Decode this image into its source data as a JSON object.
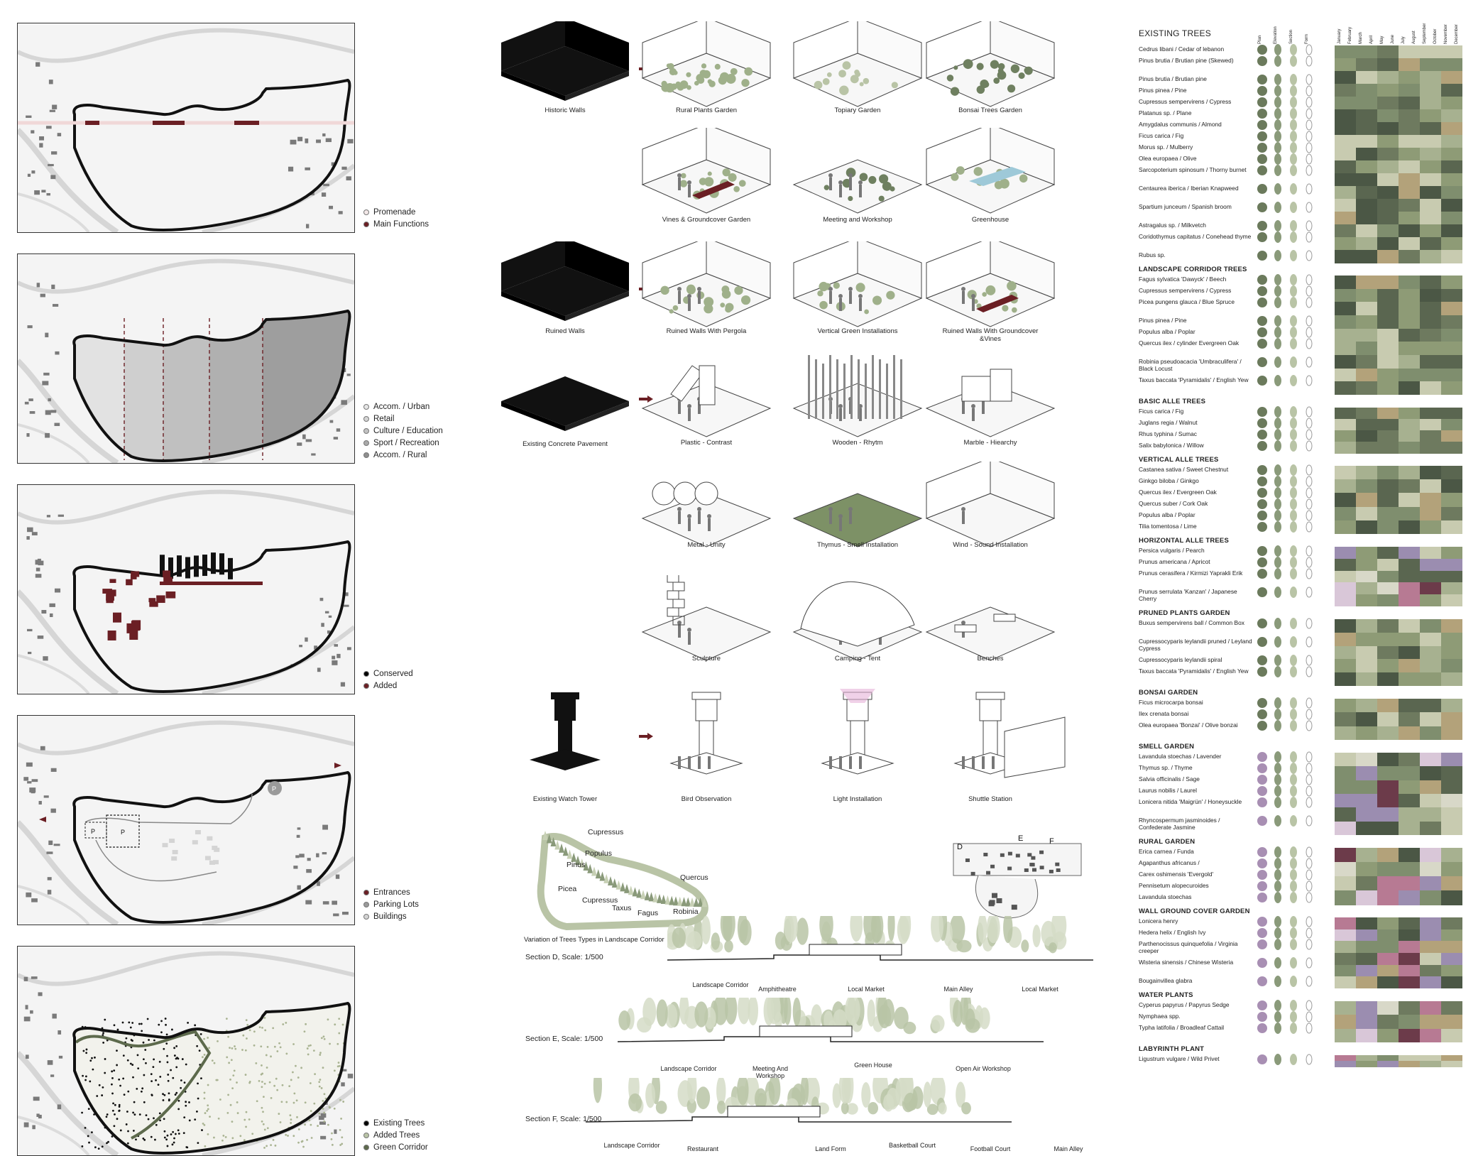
{
  "colors": {
    "maroon": "#6b1f24",
    "dark_green": "#4f5a47",
    "mid_green": "#8a9a7a",
    "light_green": "#b9c4a6",
    "grey": "#9a9a9a"
  },
  "panels": [
    {
      "title": "1. Integration Of Main Axis",
      "legend": [
        "Promenade",
        "Main Functions"
      ]
    },
    {
      "title": "2. Functional Bands",
      "legend": [
        "Accom. / Urban",
        "Retail",
        "Culture / Education",
        "Sport / Recreation",
        "Accom. / Rural"
      ]
    },
    {
      "title": "3. Solid and Voids",
      "legend": [
        "Conserved",
        "Added"
      ]
    },
    {
      "title": "4. Vehicular Network",
      "legend": [
        "Entrances",
        "Parking Lots",
        "Buildings"
      ]
    },
    {
      "title": "5. Green Orientation",
      "legend": [
        "Existing Trees",
        "Added Trees",
        "Green Corridor"
      ]
    }
  ],
  "parking_label": "P",
  "diagrams": {
    "row1": [
      "Historic Walls",
      "Rural Plants Garden",
      "Topiary Garden",
      "Bonsai Trees Garden"
    ],
    "row2": [
      "Vines & Groundcover Garden",
      "Meeting and Workshop",
      "Greenhouse"
    ],
    "row3": [
      "Ruined Walls",
      "Ruined Walls With Pergola",
      "Vertical Green Installations",
      "Ruined Walls With Groundcover &Vines"
    ],
    "row4": [
      "Existing Concrete Pavement",
      "Plastic - Contrast",
      "Wooden - Rhytm",
      "Marble - Hiearchy"
    ],
    "row5": [
      "Metal - Unity",
      "Thymus - Smell Installation",
      "Wind - Sound Installation"
    ],
    "row6": [
      "Sculpture",
      "Camping - Tent",
      "Benches"
    ],
    "row7": [
      "Existing Watch Tower",
      "Bird Observation",
      "Light Installation",
      "Shuttle Station"
    ]
  },
  "corridor": {
    "labels": [
      "Cupressus",
      "Populus",
      "Pinus",
      "Quercus",
      "Picea",
      "Cupressus",
      "Taxus",
      "Fagus",
      "Robinia"
    ],
    "caption": "Variation of Trees Types in Landscape Corridor"
  },
  "keymap_labels": [
    "D",
    "E",
    "F"
  ],
  "sections": [
    {
      "title": "Section D, Scale: 1/500",
      "labels": [
        "Landscape Corridor",
        "Amphitheatre",
        "Local Market",
        "Main Alley",
        "Local Market"
      ]
    },
    {
      "title": "Section E, Scale: 1/500",
      "labels": [
        "Landscape Corridor",
        "Meeting And Workshop",
        "Green House",
        "Open Air Workshop"
      ]
    },
    {
      "title": "Section F, Scale: 1/500",
      "labels": [
        "Landscape Corridor",
        "Restaurant",
        "Land Form",
        "Basketball Court",
        "Football Court",
        "Main Alley"
      ]
    }
  ],
  "icon_headers": [
    "Plan",
    "Elevation",
    "Section",
    "Form"
  ],
  "months": [
    "January",
    "February",
    "March",
    "April",
    "May",
    "June",
    "July",
    "August",
    "September",
    "October",
    "November",
    "December"
  ],
  "plant_groups": [
    {
      "head": "EXISTING TREES",
      "items": [
        "Cedrus libani / Cedar of lebanon",
        "Pinus brutia / Brutian pine (Skewed)",
        "Pinus brutia / Brutian pine",
        "Pinus pinea / Pine",
        "Cupressus sempervirens / Cypress",
        "Platanus sp. / Plane",
        "Amygdalus communis / Almond",
        "Ficus carica / Fig",
        "Morus sp. / Mulberry",
        "Olea europaea / Olive",
        "Sarcopoterium spinosum / Thorny burnet",
        "Centaurea iberica / Iberian Knapweed",
        "Spartium junceum /  Spanish broom",
        "Astragalus sp. / Milkvetch",
        "Coridothymus capitatus / Conehead thyme",
        "Rubus sp."
      ]
    },
    {
      "head": "LANDSCAPE CORRIDOR TREES",
      "items": [
        "Fagus sylvatica 'Dawyck' / Beech",
        "Cupressus sempervirens / Cypress",
        "Picea pungens glauca / Blue Spruce",
        "Pinus pinea / Pine",
        "Populus alba / Poplar",
        "Quercus ilex / cylinder Evergreen Oak",
        "Robinia pseudoacacia 'Umbraculifera' / Black Locust",
        "Taxus baccata 'Pyramidalis' / English Yew"
      ]
    },
    {
      "head": "BASIC ALLE TREES",
      "items": [
        "Ficus carica / Fig",
        "Juglans regia /  Walnut",
        "Rhus typhina / Sumac",
        "Salix babylonica / Willow"
      ]
    },
    {
      "head": "VERTICAL ALLE TREES",
      "items": [
        "Castanea sativa / Sweet Chestnut",
        "Ginkgo biloba / Ginkgo",
        "Quercus ilex / Evergreen Oak",
        "Quercus suber / Cork Oak",
        "Populus alba / Poplar",
        "Tilia tomentosa / Lime"
      ]
    },
    {
      "head": "HORIZONTAL ALLE TREES",
      "items": [
        "Persica vulgaris / Pearch",
        "Prunus americana / Apricot",
        "Prunus cerasifera / Kirmizi Yaprakli Erik",
        "Prunus serrulata 'Kanzan' / Japanese Cherry"
      ]
    },
    {
      "head": "PRUNED PLANTS GARDEN",
      "items": [
        "Buxus sempervirens ball / Common Box",
        "Cupressocyparis leylandii pruned / Leyland Cypress",
        "Cupressocyparis leylandii spiral",
        "Taxus baccata 'Pyramidalis' / English Yew"
      ]
    },
    {
      "head": "BONSAI GARDEN",
      "items": [
        "Ficus microcarpa bonsai",
        "Ilex crenata bonsai",
        "Olea europaea 'Bonzai' / Olive bonzai"
      ]
    },
    {
      "head": "SMELL GARDEN",
      "items": [
        "Lavandula stoechas  / Lavender",
        "Thymus sp. / Thyme",
        "Salvia officinalis / Sage",
        "Laurus nobilis / Laurel",
        "Lonicera nitida 'Maigrün' / Honeysuckle",
        "Rhyncospermum jasminoides / Confederate Jasmine"
      ]
    },
    {
      "head": "RURAL GARDEN",
      "items": [
        "Erica carnea / Funda",
        "Agapanthus africanus /",
        "Carex oshimensis 'Evergold'",
        "Pennisetum alopecuroides",
        "Lavandula stoechas"
      ]
    },
    {
      "head": "WALL GROUND COVER GARDEN",
      "items": [
        "Lonicera henry",
        "Hedera helix / English Ivy",
        "Parthenocissus quinquefolia / Virginia creeper",
        "Wisteria sinensis / Chinese Wisteria",
        "Bougainvillea glabra"
      ]
    },
    {
      "head": "WATER PLANTS",
      "items": [
        "Cyperus papyrus / Papyrus Sedge",
        "Nymphaea spp.",
        "Typha latifolia / Broadleaf Cattail"
      ]
    },
    {
      "head": "LABYRINTH PLANT",
      "items": [
        "Ligustrum vulgare / Wild Privet"
      ]
    }
  ]
}
